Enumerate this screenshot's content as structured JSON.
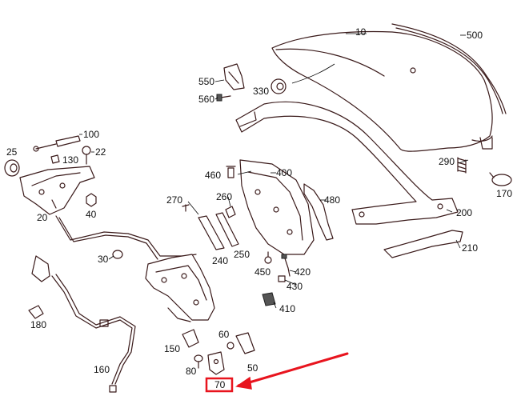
{
  "diagram": {
    "labels": {
      "p10": "10",
      "p500": "500",
      "p550": "550",
      "p560": "560",
      "p330": "330",
      "p100": "100",
      "p22": "22",
      "p25": "25",
      "p130": "130",
      "p40": "40",
      "p20": "20",
      "p400": "400",
      "p460": "460",
      "p290": "290",
      "p170": "170",
      "p480": "480",
      "p260": "260",
      "p270": "270",
      "p200": "200",
      "p30": "30",
      "p250": "250",
      "p240": "240",
      "p210": "210",
      "p420": "420",
      "p450": "450",
      "p430": "430",
      "p410": "410",
      "p180": "180",
      "p150": "150",
      "p60": "60",
      "p80": "80",
      "p50": "50",
      "p160": "160",
      "p70": "70"
    },
    "highlight": {
      "part": "70",
      "color": "#e8141e"
    }
  }
}
